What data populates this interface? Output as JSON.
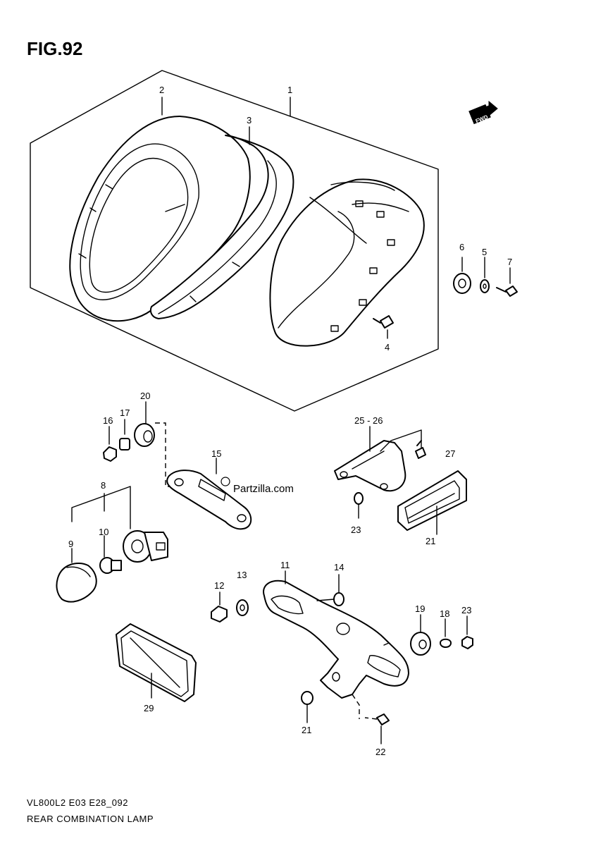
{
  "figure": {
    "title": "FIG.92",
    "footer_code": "VL800L2 E03 E28_092",
    "footer_caption": "REAR COMBINATION LAMP",
    "watermark": "Partzilla.com",
    "forward_marker": "FWD"
  },
  "callouts": {
    "c1": "1",
    "c2": "2",
    "c3": "3",
    "c4": "4",
    "c5": "5",
    "c6": "6",
    "c7": "7",
    "c8": "8",
    "c9": "9",
    "c10": "10",
    "c11": "11",
    "c12": "12",
    "c13": "13",
    "c14": "14",
    "c15": "15",
    "c16": "16",
    "c17": "17",
    "c18": "18",
    "c19": "19",
    "c20": "20",
    "c21a": "21",
    "c21b": "21",
    "c22": "22",
    "c23a": "23",
    "c23b": "23",
    "c25_26": "25 - 26",
    "c27": "27",
    "c29": "29"
  }
}
